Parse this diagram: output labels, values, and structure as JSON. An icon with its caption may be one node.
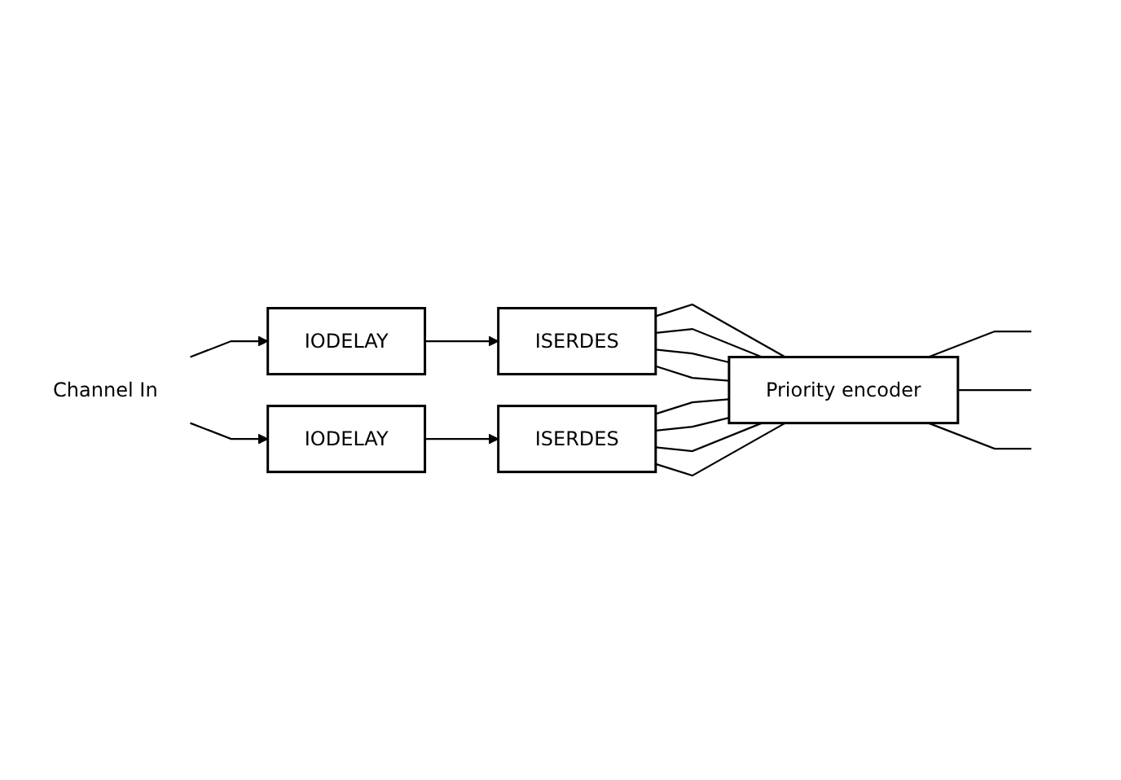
{
  "diagram": {
    "nodes": [
      {
        "text": [
          "Channel In"
        ]
      },
      {
        "text": [
          "IODELAY"
        ]
      },
      {
        "text": [
          "IODELAY"
        ]
      },
      {
        "text": [
          "ISERDES"
        ]
      },
      {
        "text": [
          "ISERDES"
        ]
      },
      {
        "text": [
          "Priority encoder"
        ]
      }
    ],
    "edges": [
      {
        "from": 0,
        "to": 1,
        "arrow": "to"
      },
      {
        "from": 0,
        "to": 2,
        "arrow": "to"
      },
      {
        "from": 1,
        "to": 3,
        "arrow": "to"
      },
      {
        "from": 2,
        "to": 4,
        "arrow": "to"
      },
      {
        "from": 3,
        "to": 5,
        "arrow": "none"
      },
      {
        "from": 3,
        "to": 5,
        "arrow": "none"
      },
      {
        "from": 3,
        "to": 5,
        "arrow": "none"
      },
      {
        "from": 3,
        "to": 5,
        "arrow": "none"
      },
      {
        "from": 4,
        "to": 5,
        "arrow": "none"
      },
      {
        "from": 4,
        "to": 5,
        "arrow": "none"
      },
      {
        "from": 4,
        "to": 5,
        "arrow": "none"
      },
      {
        "from": 4,
        "to": 5,
        "arrow": "none"
      },
      {
        "from": 5,
        "to": null,
        "arrow": "none"
      },
      {
        "from": 5,
        "to": null,
        "arrow": "none"
      },
      {
        "from": 5,
        "to": null,
        "arrow": "none"
      }
    ]
  }
}
